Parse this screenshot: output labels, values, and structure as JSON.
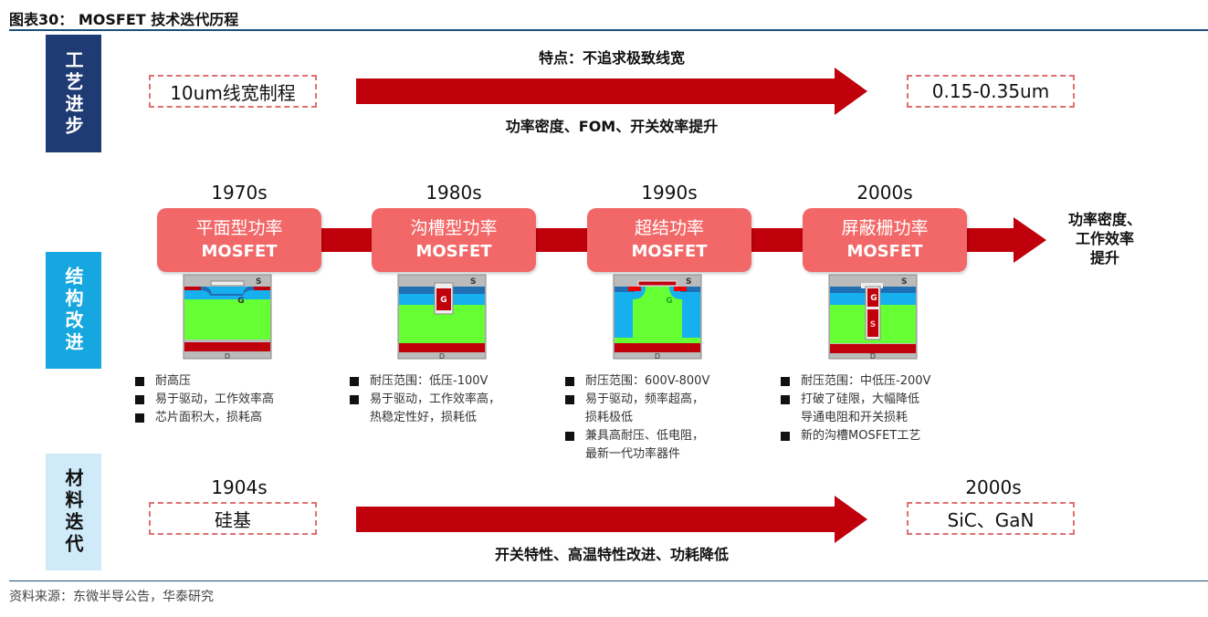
{
  "title": "图表30： MOSFET 技术迭代历程",
  "rows": {
    "process": "工艺进步",
    "structure": "结构改进",
    "material": "材料迭代"
  },
  "process": {
    "from": "10um线宽制程",
    "to": "0.15-0.35um",
    "feature": "特点：不追求极致线宽",
    "result": "功率密度、FOM、开关效率提升"
  },
  "structure": {
    "stages": [
      {
        "year": "1970s",
        "name": "平面型功率",
        "sub": "MOSFET",
        "bullets": [
          [
            "耐高压"
          ],
          [
            "易于驱动，工作效率高"
          ],
          [
            "芯片面积大，损耗高"
          ]
        ]
      },
      {
        "year": "1980s",
        "name": "沟槽型功率",
        "sub": "MOSFET",
        "bullets": [
          [
            "耐压范围：低压-100V"
          ],
          [
            "易于驱动，工作效率高，",
            "热稳定性好，损耗低"
          ]
        ]
      },
      {
        "year": "1990s",
        "name": "超结功率",
        "sub": "MOSFET",
        "bullets": [
          [
            "耐压范围：600V-800V"
          ],
          [
            "易于驱动，频率超高，",
            "损耗极低"
          ],
          [
            "兼具高耐压、低电阻，",
            "最新一代功率器件"
          ]
        ]
      },
      {
        "year": "2000s",
        "name": "屏蔽栅功率",
        "sub": "MOSFET",
        "bullets": [
          [
            "耐压范围：中低压-200V"
          ],
          [
            "打破了硅限，大幅降低",
            "导通电阻和开关损耗"
          ],
          [
            "新的沟槽MOSFET工艺"
          ]
        ]
      }
    ],
    "result": [
      "功率密度、",
      "工作效率",
      "提升"
    ],
    "labels": {
      "s": "S",
      "g": "G",
      "d": "D"
    }
  },
  "material": {
    "from_year": "1904s",
    "from": "硅基",
    "to_year": "2000s",
    "to": "SiC、GaN",
    "result": "开关特性、高温特性改进、功耗降低"
  },
  "source": "资料来源：东微半导公告，华泰研究",
  "colors": {
    "navy": "#1f3b73",
    "cyan": "#16a7e0",
    "pale": "#cfeaf8",
    "arrow": "#c0000b",
    "card": "#f26868",
    "green": "#66ff33"
  }
}
